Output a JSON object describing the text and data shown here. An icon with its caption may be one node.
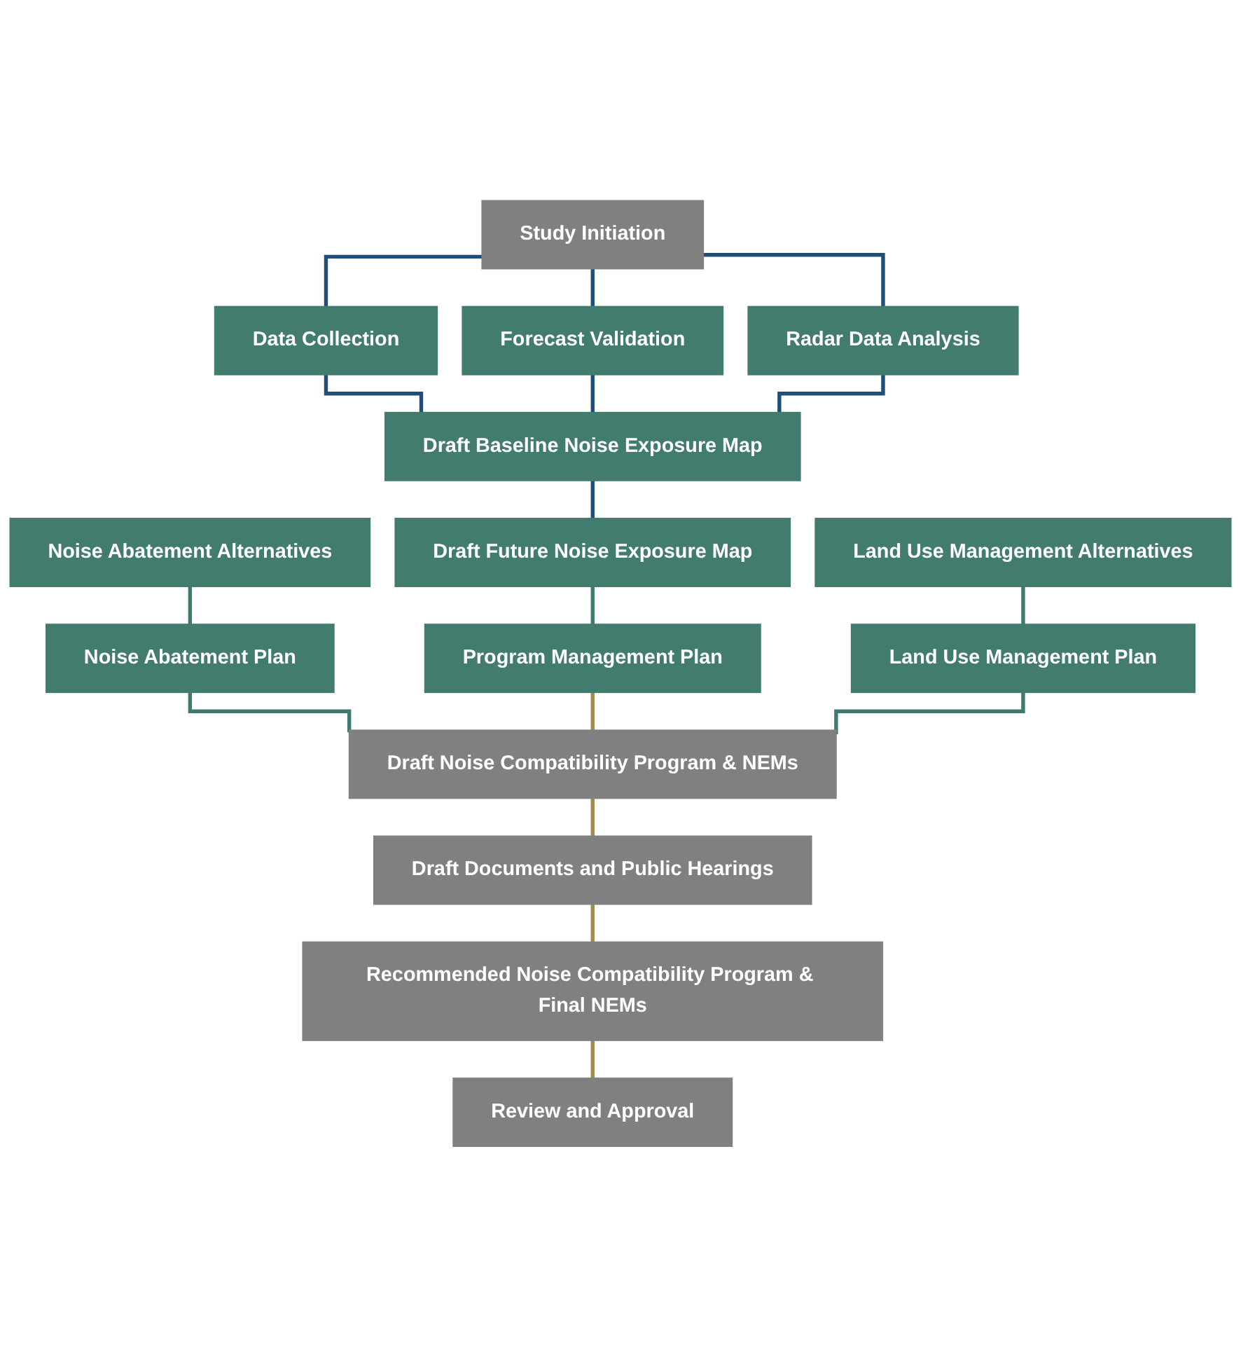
{
  "diagram": {
    "nodes": [
      {
        "text": [
          "Study Initiation"
        ]
      },
      {
        "text": [
          "Data Collection"
        ]
      },
      {
        "text": [
          "Forecast Validation"
        ]
      },
      {
        "text": [
          "Radar Data Analysis"
        ]
      },
      {
        "text": [
          "Draft Baseline Noise Exposure Map"
        ]
      },
      {
        "text": [
          "Draft Future Noise Exposure Map"
        ]
      },
      {
        "text": [
          "Noise Abatement Alternatives"
        ]
      },
      {
        "text": [
          "Land Use Management Alternatives"
        ]
      },
      {
        "text": [
          "Noise Abatement Plan"
        ]
      },
      {
        "text": [
          "Program Management Plan"
        ]
      },
      {
        "text": [
          "Land Use Management Plan"
        ]
      },
      {
        "text": [
          "Draft Noise Compatibility Program & NEMs"
        ]
      },
      {
        "text": [
          "Draft Documents and Public Hearings"
        ]
      },
      {
        "text": [
          "Recommended Noise Compatibility Program & Final NEMs"
        ]
      },
      {
        "text": [
          "Review and Approval"
        ]
      }
    ],
    "edges": [
      {
        "from": 0,
        "to": 1,
        "arrow": "none"
      },
      {
        "from": 0,
        "to": 2,
        "arrow": "none"
      },
      {
        "from": 0,
        "to": 3,
        "arrow": "none"
      },
      {
        "from": 1,
        "to": 4,
        "arrow": "none"
      },
      {
        "from": 2,
        "to": 4,
        "arrow": "none"
      },
      {
        "from": 3,
        "to": 4,
        "arrow": "none"
      },
      {
        "from": 4,
        "to": 5,
        "arrow": "none"
      },
      {
        "from": 5,
        "to": 9,
        "arrow": "none",
        "color": "#3f7a6f"
      },
      {
        "from": 6,
        "to": 8,
        "arrow": "none",
        "color": "#3f7a6f"
      },
      {
        "from": 7,
        "to": 10,
        "arrow": "none",
        "color": "#3f7a6f"
      },
      {
        "from": 8,
        "to": 11,
        "arrow": "none",
        "color": "#3f7a6f"
      },
      {
        "from": 9,
        "to": 11,
        "arrow": "none",
        "color": "#a58a4f"
      },
      {
        "from": 10,
        "to": 11,
        "arrow": "none",
        "color": "#3f7a6f"
      },
      {
        "from": 11,
        "to": 12,
        "arrow": "none",
        "color": "#a58a4f"
      },
      {
        "from": 12,
        "to": 13,
        "arrow": "none",
        "color": "#a58a4f"
      },
      {
        "from": 13,
        "to": 14,
        "arrow": "none",
        "color": "#a58a4f"
      }
    ]
  }
}
